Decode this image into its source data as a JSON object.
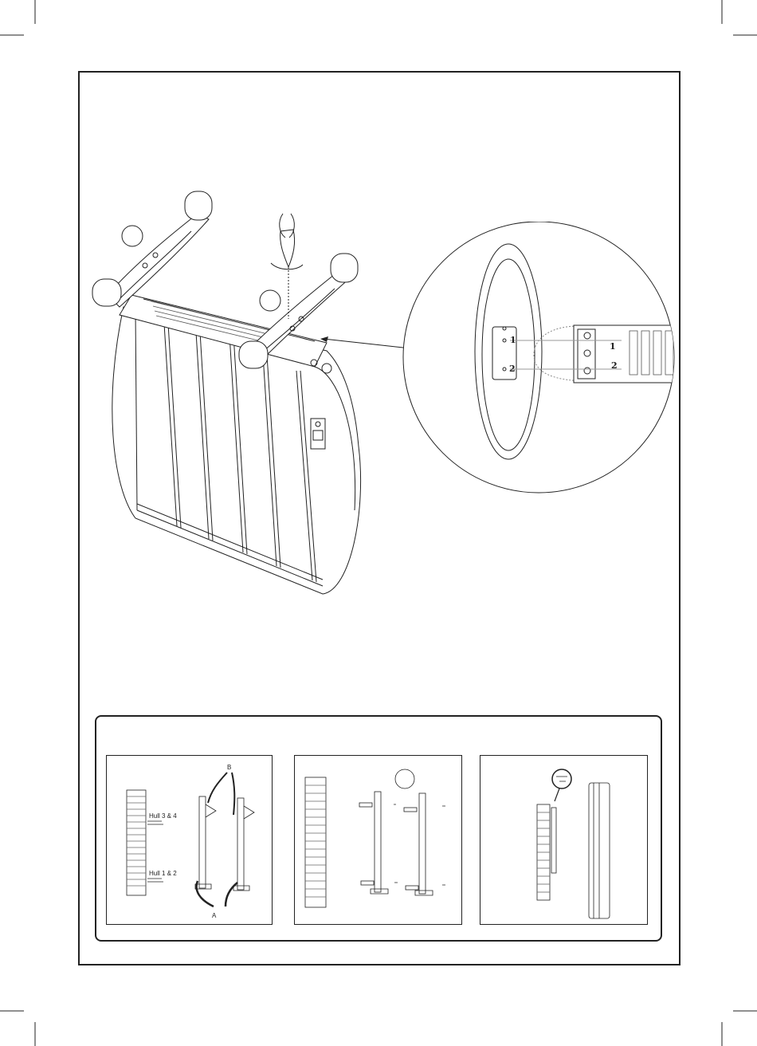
{
  "detail_labels": {
    "hole_1": "1",
    "hole_2": "2",
    "strip_1": "1",
    "strip_2": "2"
  },
  "step1": {
    "label_b": "B",
    "label_a": "A",
    "holes_upper": "Hull 3 & 4",
    "holes_lower": "Hull 1 & 2"
  },
  "colors": {
    "line": "#222222",
    "gray": "#777777",
    "light": "#aaaaaa"
  }
}
